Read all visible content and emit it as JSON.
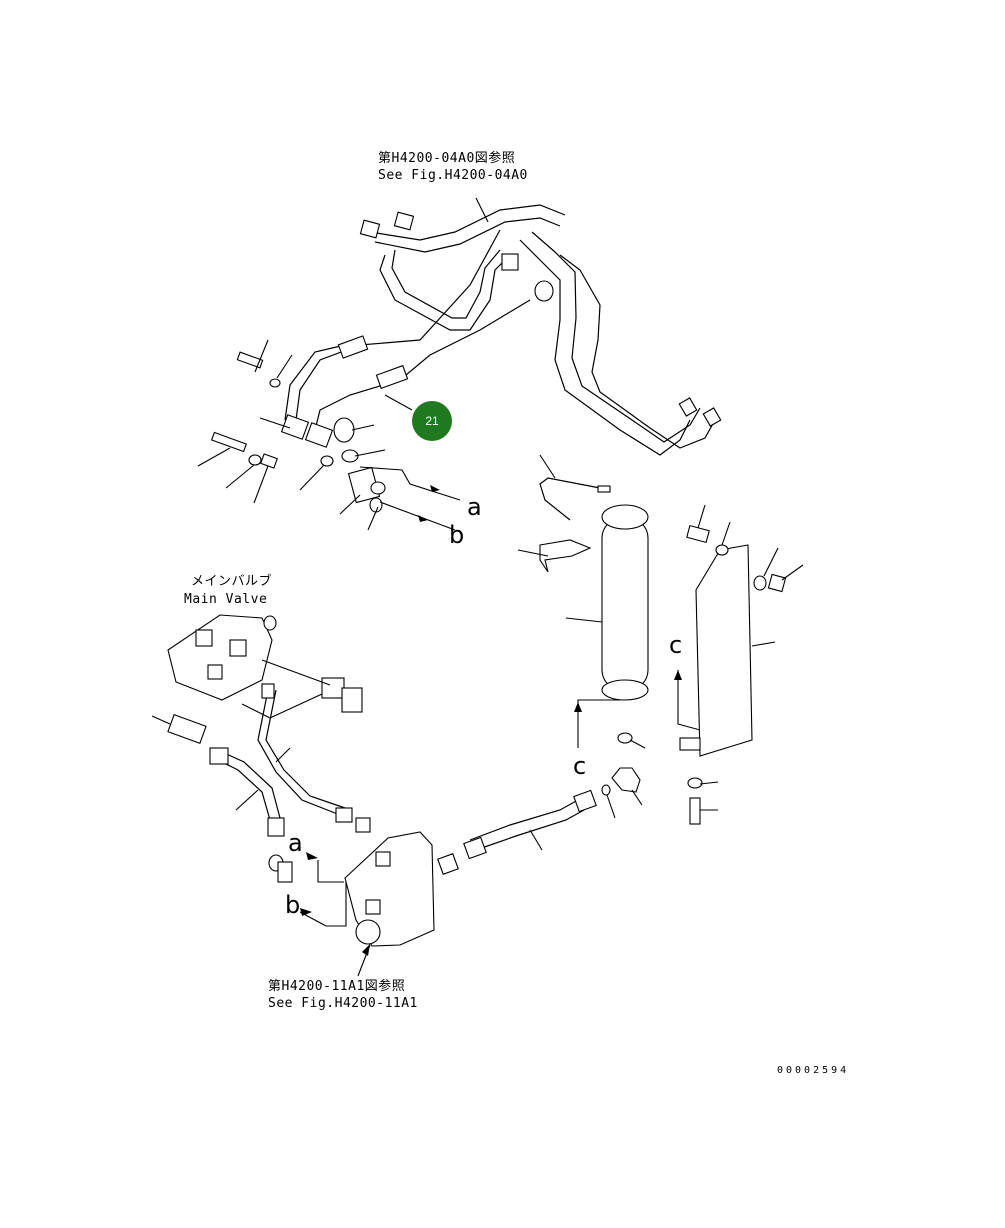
{
  "references": {
    "top": {
      "jp": "第H4200-04A0図参照",
      "en": "See Fig.H4200-04A0"
    },
    "bottom": {
      "jp": "第H4200-11A1図参照",
      "en": "See Fig.H4200-11A1"
    }
  },
  "main_valve": {
    "jp": "メインバルブ",
    "en": "Main Valve"
  },
  "callout": {
    "number": "21",
    "color": "#1f7a1f"
  },
  "connection_marks": {
    "a": "a",
    "b": "b",
    "c": "c"
  },
  "document_number": "00002594"
}
